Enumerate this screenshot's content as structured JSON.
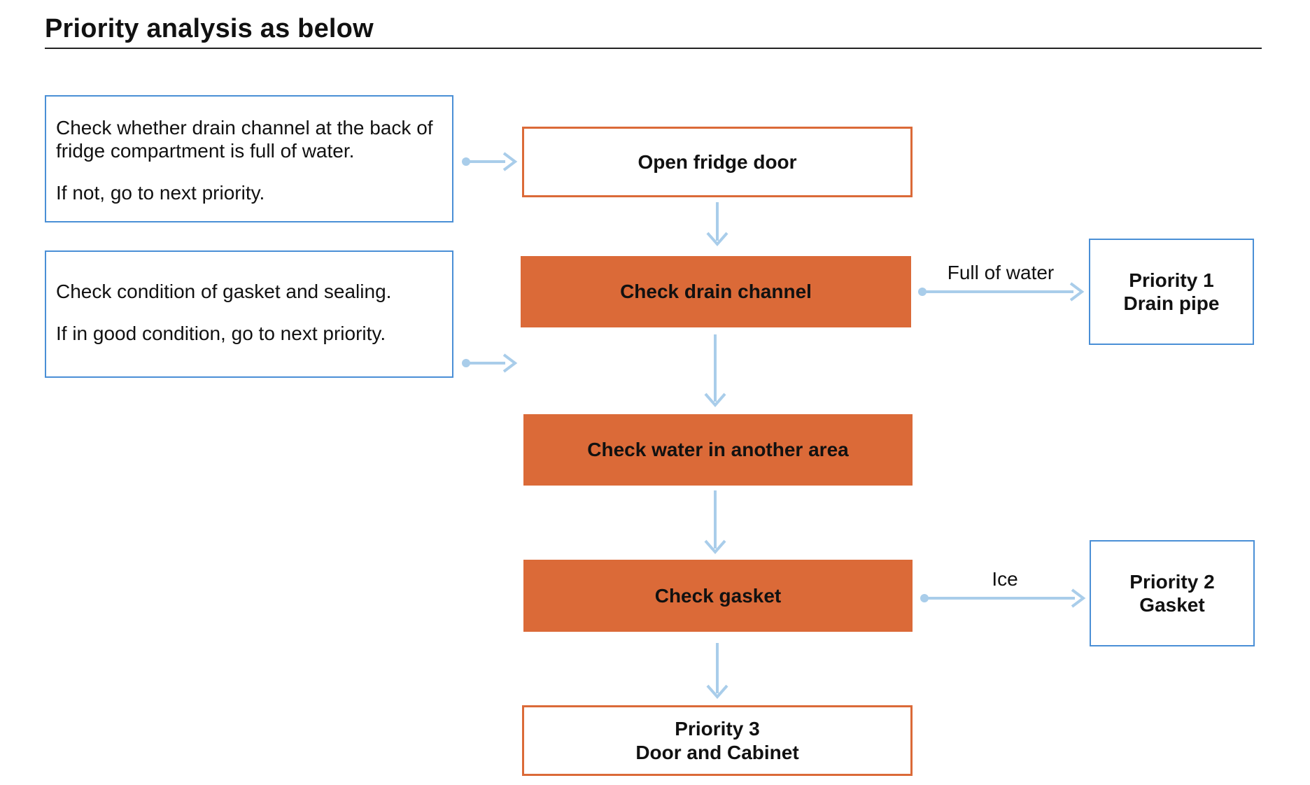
{
  "title": "Priority analysis as below",
  "notes": {
    "drain": {
      "line1": "Check whether drain channel at the back of fridge compartment is full of water.",
      "line2": "If not, go to next priority."
    },
    "gasket": {
      "line1": "Check condition of gasket and sealing.",
      "line2": "If in good condition, go to next priority."
    }
  },
  "flow": {
    "open_door": "Open fridge door",
    "check_drain": "Check drain channel",
    "check_water": "Check water in another area",
    "check_gasket": "Check gasket",
    "priority3": {
      "line1": "Priority 3",
      "line2": "Door and Cabinet"
    }
  },
  "branches": {
    "drain": {
      "condition": "Full of water",
      "priority": {
        "line1": "Priority 1",
        "line2": "Drain pipe"
      }
    },
    "gasket": {
      "condition": "Ice",
      "priority": {
        "line1": "Priority 2",
        "line2": "Gasket"
      }
    }
  },
  "colors": {
    "accent_orange": "#db6a38",
    "note_border_blue": "#4a8fd6",
    "arrow_blue": "#a9cdea"
  }
}
